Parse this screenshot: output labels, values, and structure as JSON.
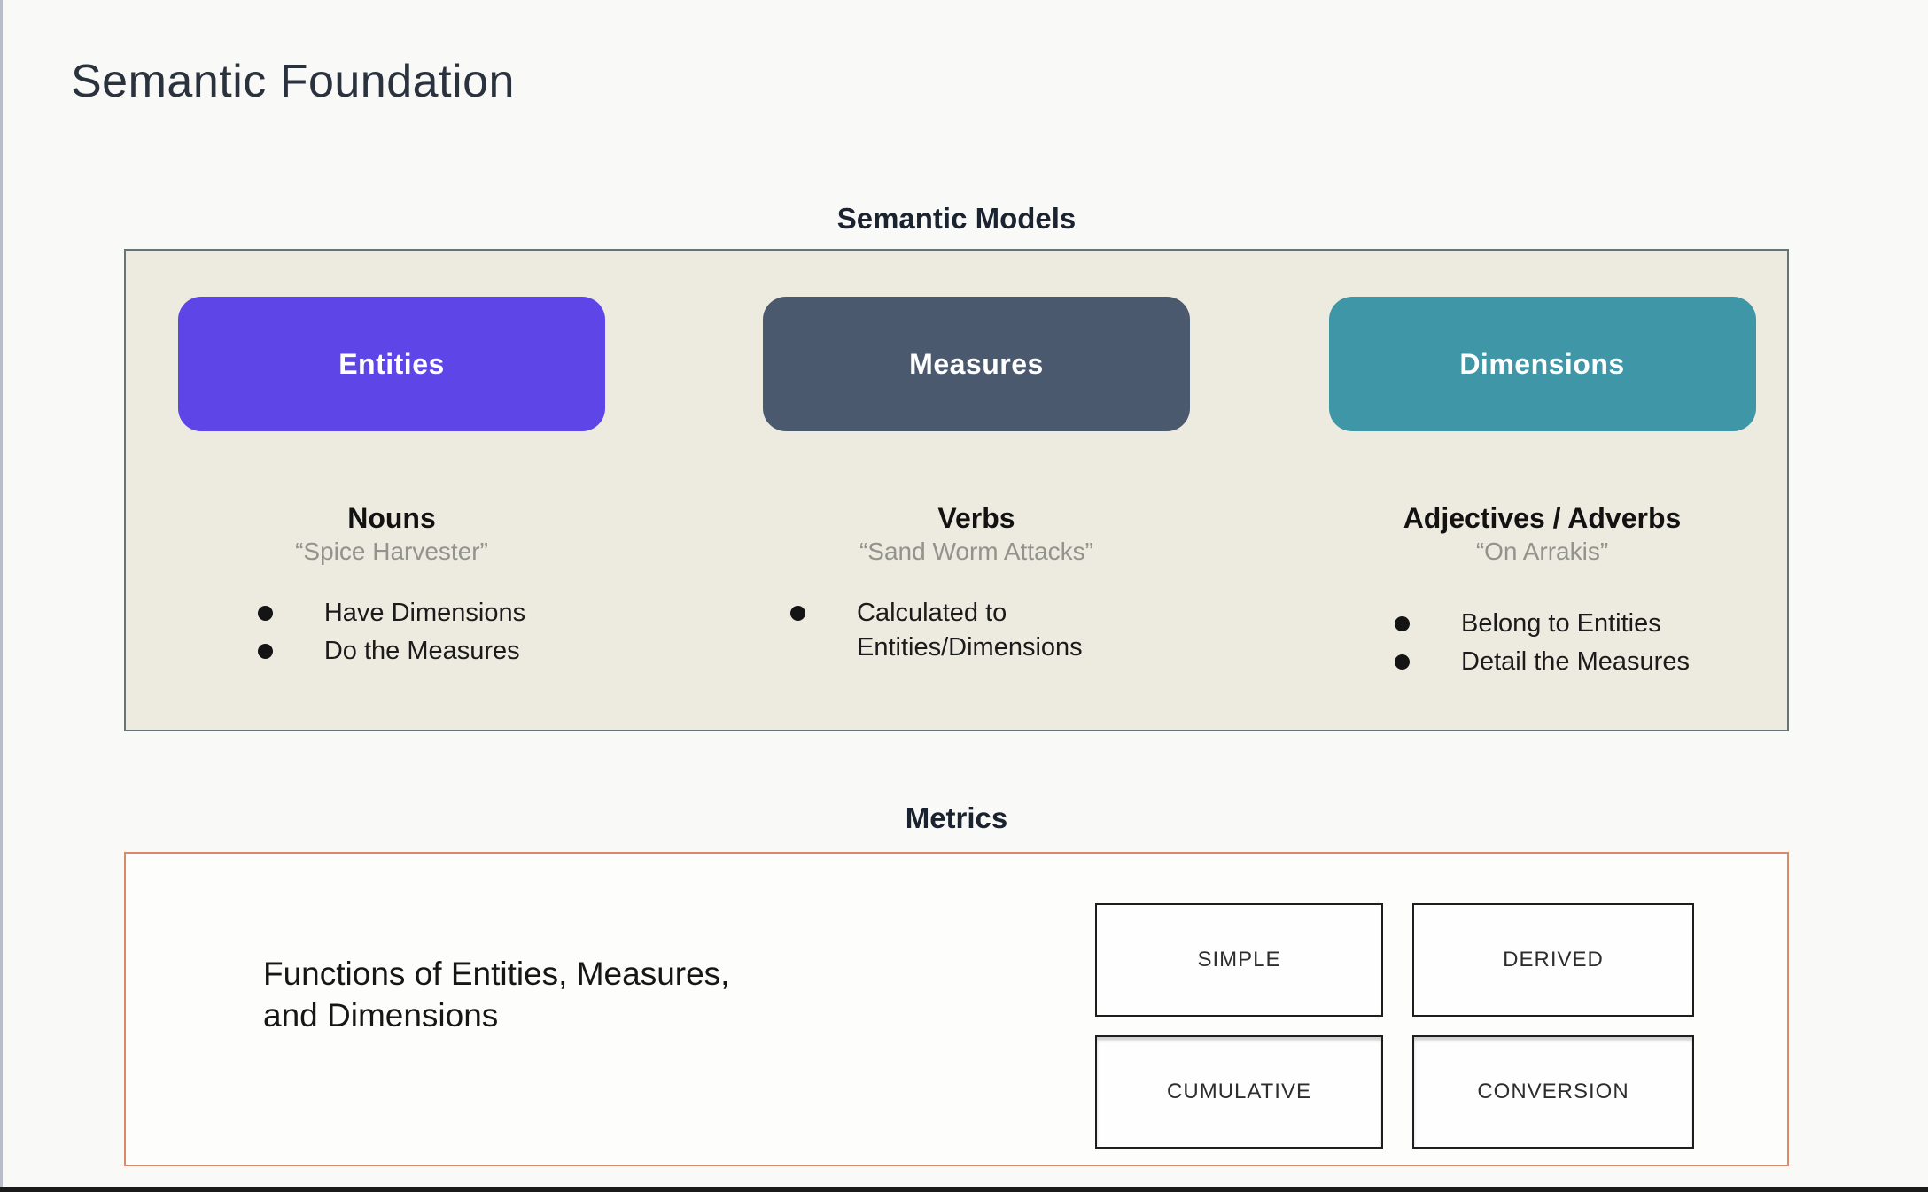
{
  "page": {
    "title": "Semantic Foundation"
  },
  "semantic_models": {
    "heading": "Semantic Models",
    "box_background": "#edeadf",
    "box_border_color": "#66737b",
    "columns": [
      {
        "pill": "Entities",
        "pill_color": "#5e45e8",
        "role": "Nouns",
        "example": "“Spice Harvester”",
        "bullets": [
          "Have Dimensions",
          "Do the Measures"
        ]
      },
      {
        "pill": "Measures",
        "pill_color": "#4a596d",
        "role": "Verbs",
        "example": "“Sand Worm Attacks”",
        "bullets": [
          "Calculated to Entities/Dimensions"
        ]
      },
      {
        "pill": "Dimensions",
        "pill_color": "#3e96a6",
        "role": "Adjectives / Adverbs",
        "example": "“On Arrakis”",
        "bullets": [
          "Belong to Entities",
          "Detail the Measures"
        ]
      }
    ]
  },
  "metrics": {
    "heading": "Metrics",
    "box_border_color": "#d98a6a",
    "description": "Functions of Entities, Measures,\nand Dimensions",
    "types": [
      "SIMPLE",
      "DERIVED",
      "CUMULATIVE",
      "CONVERSION"
    ]
  }
}
